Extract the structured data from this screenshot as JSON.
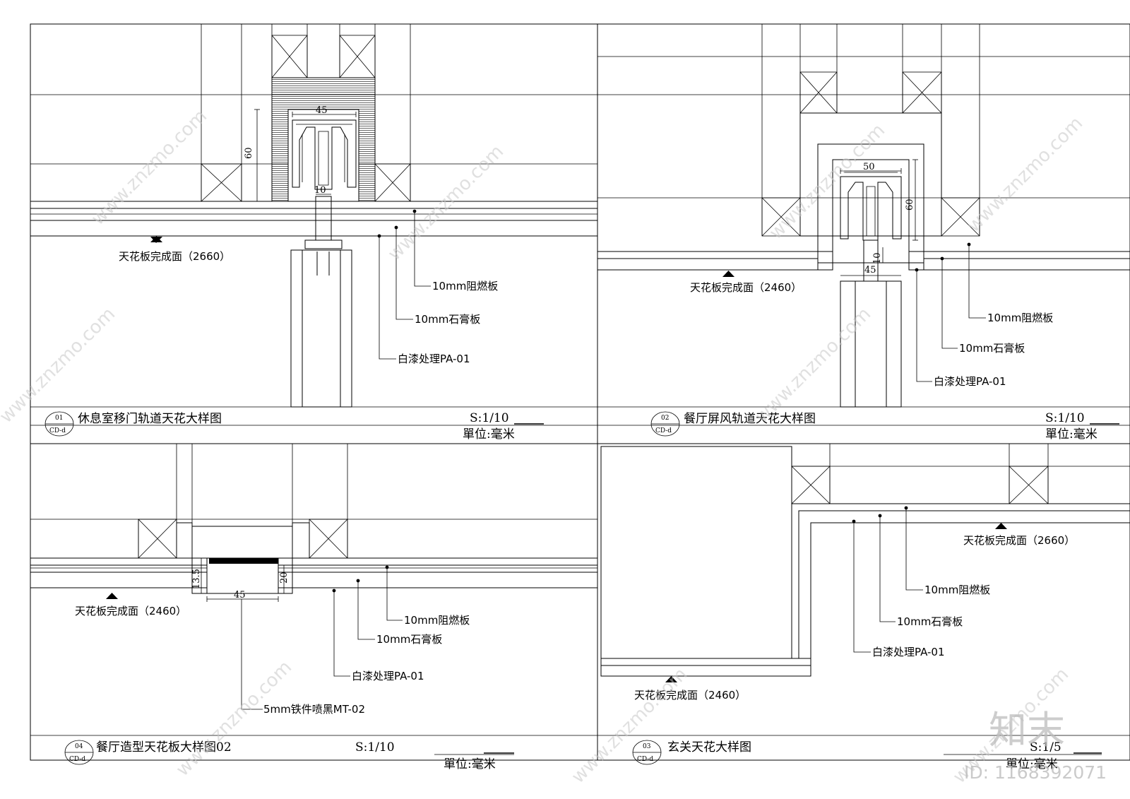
{
  "panels": [
    {
      "id": "p1",
      "tag_num": "01",
      "tag_code": "CD-d",
      "title": "休息室移门轨道天花大样图",
      "scale": "S:1/10",
      "unit": "單位:毫米",
      "ceiling_label": "天花板完成面（2660）",
      "dims": [
        "45",
        "60",
        "10"
      ],
      "callouts": [
        "10mm阻燃板",
        "10mm石膏板",
        "白漆处理PA-01"
      ]
    },
    {
      "id": "p2",
      "tag_num": "02",
      "tag_code": "CD-d",
      "title": "餐厅屏风轨道天花大样图",
      "scale": "S:1/10",
      "unit": "單位:毫米",
      "ceiling_label": "天花板完成面（2460）",
      "dims": [
        "50",
        "60",
        "10",
        "45"
      ],
      "callouts": [
        "10mm阻燃板",
        "10mm石膏板",
        "白漆处理PA-01"
      ]
    },
    {
      "id": "p4",
      "tag_num": "04",
      "tag_code": "CD-d",
      "title": "餐厅造型天花板大样图02",
      "scale": "S:1/10",
      "unit": "單位:毫米",
      "ceiling_label": "天花板完成面（2460）",
      "dims": [
        "13.5",
        "20",
        "45"
      ],
      "callouts": [
        "10mm阻燃板",
        "10mm石膏板",
        "白漆处理PA-01",
        "5mm铁件喷黑MT-02"
      ]
    },
    {
      "id": "p3",
      "tag_num": "03",
      "tag_code": "CD-d",
      "title": "玄关天花大样图",
      "scale": "S:1/5",
      "unit": "單位:毫米",
      "ceiling_label_top": "天花板完成面（2660）",
      "ceiling_label_bottom": "天花板完成面（2460）",
      "callouts": [
        "10mm阻燃板",
        "10mm石膏板",
        "白漆处理PA-01"
      ]
    }
  ],
  "watermark": {
    "text": "www.znzmo.com",
    "brand": "知末",
    "id_text": "ID: 1168392071"
  },
  "colors": {
    "line": "#000000",
    "background": "#ffffff",
    "watermark": "#c8c8c8"
  }
}
